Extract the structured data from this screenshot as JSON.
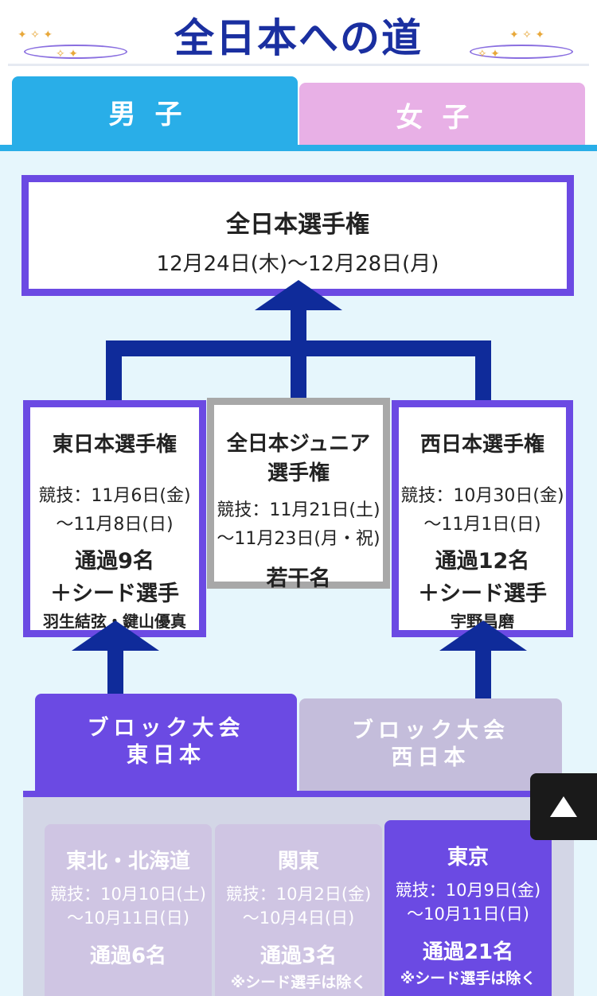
{
  "header": {
    "title": "全日本への道"
  },
  "tabs": [
    {
      "label": "男子"
    },
    {
      "label": "女子"
    }
  ],
  "colors": {
    "accent": "#6b4ae3",
    "navy": "#0f2b9a",
    "male_tab": "#29aee8",
    "female_tab": "#e8b0e6"
  },
  "national": {
    "title": "全日本選手権",
    "date": "12月24日(木)〜12月28日(月)"
  },
  "east": {
    "title": "東日本選手権",
    "date1": "競技：11月6日(金)",
    "date2": "〜11月8日(日)",
    "pass": "通過9名",
    "seed": "＋シード選手",
    "seed_names": "羽生結弦・鍵山優真"
  },
  "junior": {
    "title1": "全日本ジュニア",
    "title2": "選手権",
    "date1": "競技：11月21日(土)",
    "date2": "〜11月23日(月・祝)",
    "pass": "若干名"
  },
  "west": {
    "title": "西日本選手権",
    "date1": "競技：10月30日(金)",
    "date2": "〜11月1日(日)",
    "pass": "通過12名",
    "seed": "＋シード選手",
    "seed_names": "宇野昌磨"
  },
  "block_tabs": [
    {
      "line1": "ブロック大会",
      "line2": "東日本"
    },
    {
      "line1": "ブロック大会",
      "line2": "西日本"
    }
  ],
  "regions": [
    {
      "name": "東北・北海道",
      "date1": "競技：10月10日(土)",
      "date2": "〜10月11日(日)",
      "pass": "通過6名",
      "note": ""
    },
    {
      "name": "関東",
      "date1": "競技：10月2日(金)",
      "date2": "〜10月4日(日)",
      "pass": "通過3名",
      "note": "※シード選手は除く"
    },
    {
      "name": "東京",
      "date1": "競技：10月9日(金)",
      "date2": "〜10月11日(日)",
      "pass": "通過21名",
      "note": "※シード選手は除く"
    }
  ],
  "scroll_top": {
    "icon": "triangle-up-icon"
  }
}
